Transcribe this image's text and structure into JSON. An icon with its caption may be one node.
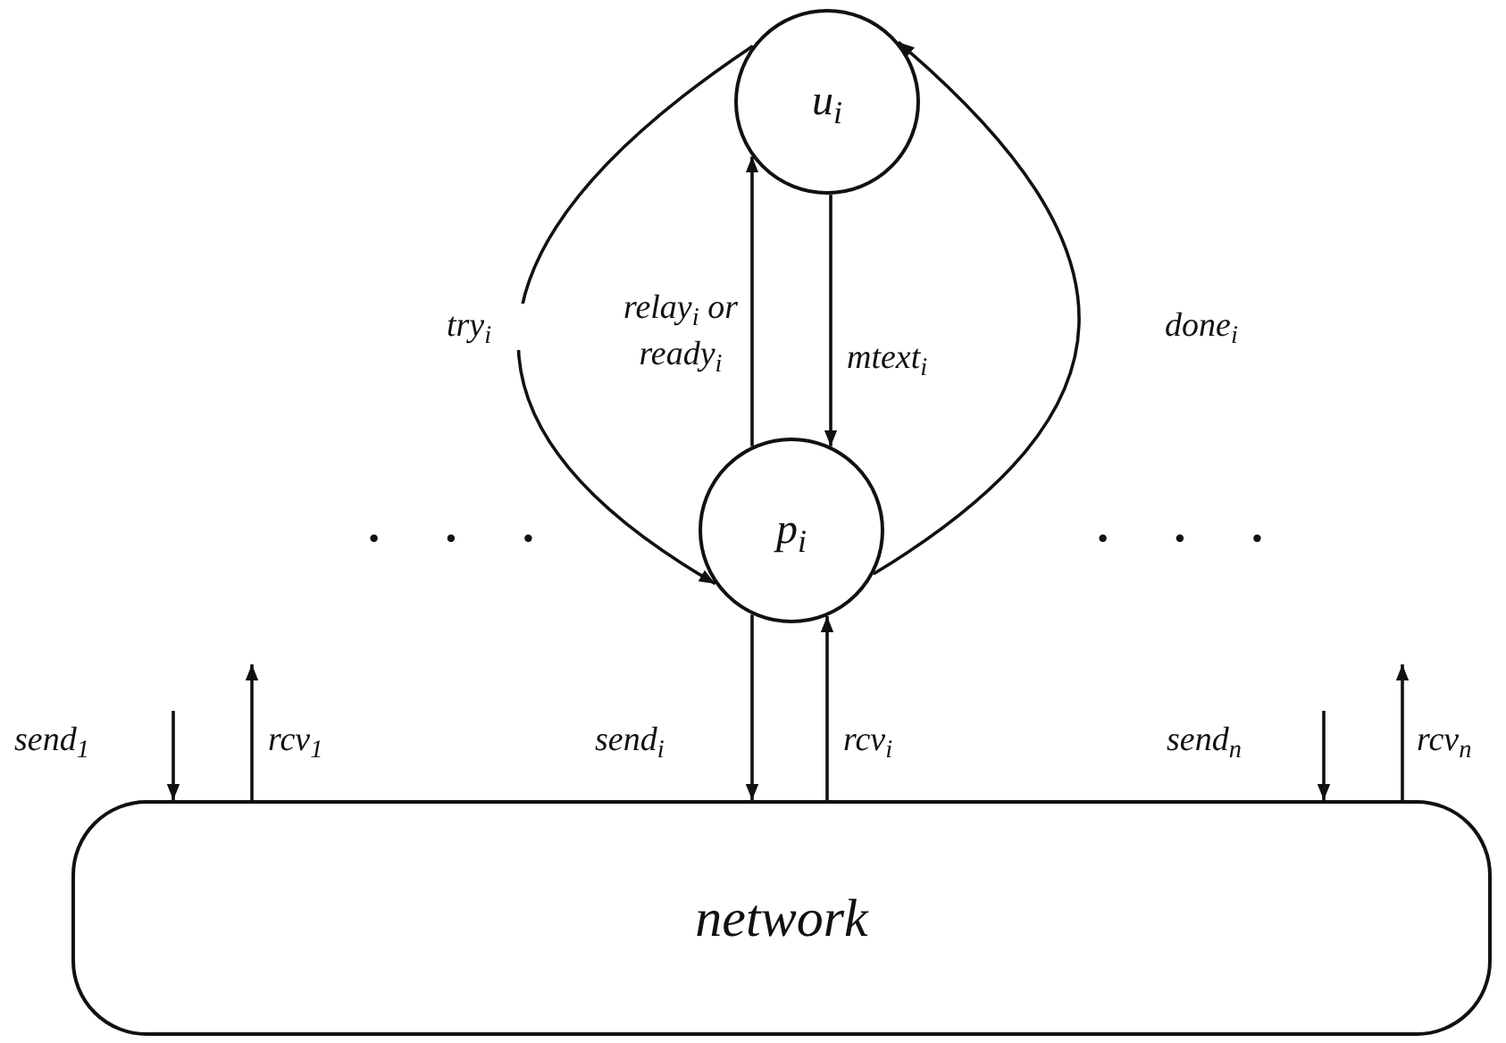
{
  "diagram": {
    "nodes": [
      {
        "text": [
          "u$_{i}$"
        ]
      },
      {
        "text": [
          "p$_{i}$"
        ]
      },
      {
        "text": [
          "network"
        ]
      }
    ],
    "edges": [
      {
        "from": 0,
        "to": 1,
        "arrow": "to",
        "label": "try$_{i}$"
      },
      {
        "from": 1,
        "to": 0,
        "arrow": "to",
        "label": "relay$_{i}$ or ready$_{i}$"
      },
      {
        "from": 0,
        "to": 1,
        "arrow": "to",
        "label": "mtext$_{i}$"
      },
      {
        "from": 1,
        "to": 0,
        "arrow": "to",
        "label": "done$_{i}$"
      },
      {
        "from": null,
        "to": 2,
        "arrow": "to",
        "label": "send$_{1}$"
      },
      {
        "from": 2,
        "to": null,
        "arrow": "to",
        "label": "rcv$_{1}$"
      },
      {
        "from": 1,
        "to": 2,
        "arrow": "to",
        "label": "send$_{i}$"
      },
      {
        "from": 2,
        "to": 1,
        "arrow": "to",
        "label": "rcv$_{i}$"
      },
      {
        "from": null,
        "to": 2,
        "arrow": "to",
        "label": "send$_{n}$"
      },
      {
        "from": 2,
        "to": null,
        "arrow": "to",
        "label": "rcv$_{n}$"
      }
    ],
    "labels": [
      "· · ·",
      "· · ·"
    ]
  }
}
